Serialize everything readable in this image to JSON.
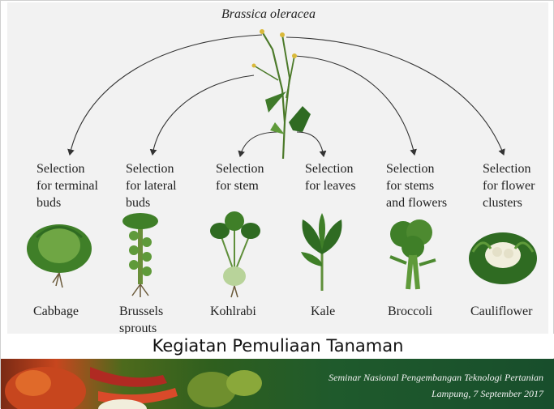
{
  "diagram": {
    "root": "Brassica oleracea",
    "branches": [
      {
        "selection": "Selection\nfor terminal\nbuds",
        "vegetable": "Cabbage"
      },
      {
        "selection": "Selection\nfor lateral\nbuds",
        "vegetable": "Brussels\nsprouts"
      },
      {
        "selection": "Selection\nfor stem",
        "vegetable": "Kohlrabi"
      },
      {
        "selection": "Selection\nfor leaves",
        "vegetable": "Kale"
      },
      {
        "selection": "Selection\nfor stems\nand flowers",
        "vegetable": "Broccoli"
      },
      {
        "selection": "Selection\nfor flower\nclusters",
        "vegetable": "Cauliflower"
      }
    ]
  },
  "slide_title": "Kegiatan Pemuliaan Tanaman",
  "footer": {
    "line1": "Seminar Nasional Pengembangan Teknologi Pertanian",
    "line2": "Lampung, 7 September 2017"
  },
  "colors": {
    "leaf_dark": "#2f6b22",
    "leaf_light": "#6fa644",
    "banner_green": "#1f5a2c",
    "pepper_red": "#c7461e"
  }
}
